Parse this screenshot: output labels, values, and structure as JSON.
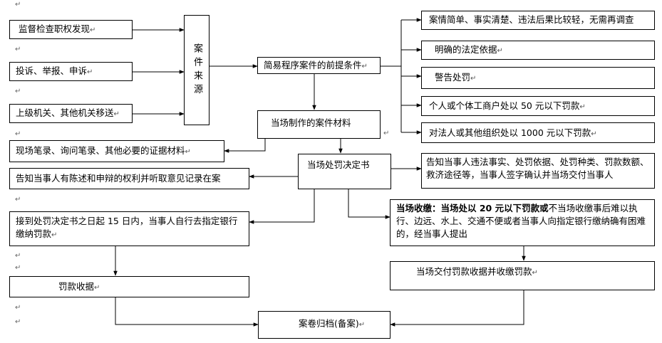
{
  "para_mark": "↵",
  "nodes": {
    "supervise": "监督检查职权发现",
    "complaint": "投诉、举报、申诉",
    "transfer": "上级机关、其他机关移送",
    "source": "案件来源",
    "precondition": "简易程序案件的前提条件",
    "cond1": "案情简单、事实清楚、违法后果比较轻，无需再调查",
    "cond2": "明确的法定依据",
    "cond3": "警告处罚",
    "cond4": "个人或个体工商户处以 50 元以下罚款",
    "cond5": "对法人或其他组织处以 1000 元以下罚款",
    "onsite_material": "当场制作的案件材料",
    "evidence": "现场笔录、询问笔录、其他必要的证据材料",
    "decision": "当场处罚决定书",
    "inform_notice": "告知当事人违法事实、处罚依据、处罚种类、罚款数额、救济途径等，当事人签字确认并当场交付当事人",
    "inform_rights": "告知当事人有陈述和申辩的权利并听取意见记录在案",
    "bank_pay": "接到处罚决定书之日起 15 日内，当事人自行去指定银行缴纳罚款",
    "onsite_collect_bold": "当场收缴：当场处以 20 元以下罚款或",
    "onsite_collect_rest": "不当场收缴事后难以执行、边远、水上、交通不便或者当事人向指定银行缴纳确有困难的，经当事人提出",
    "fine_receipt": "罚款收据",
    "onsite_receipt": "当场交付罚款收据并收缴罚款",
    "archive": "案卷归档(备案)"
  }
}
